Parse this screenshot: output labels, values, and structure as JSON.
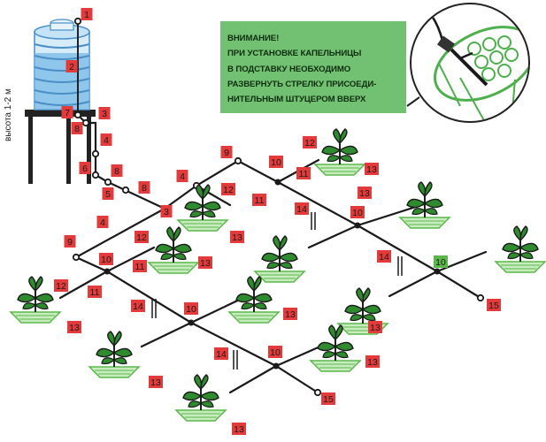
{
  "warning": {
    "lines": [
      "ВНИМАНИЕ!",
      "ПРИ УСТАНОВКЕ КАПЕЛЬНИЦЫ",
      "В ПОДСТАВКУ НЕОБХОДИМО",
      "РАЗВЕРНУТЬ СТРЕЛКУ ПРИСОЕДИ-",
      "НИТЕЛЬНЫМ ШТУЦЕРОМ ВВЕРХ"
    ]
  },
  "height_label": "высота 1-2 м",
  "colors": {
    "badge_red": "#e33b3b",
    "badge_green": "#5ab84a",
    "note_green": "#72c172",
    "leaf_green": "#2e8b2e",
    "tank_blue": "#5aa6d8"
  },
  "markers": [
    {
      "id": "m1",
      "label": "1"
    },
    {
      "id": "m2",
      "label": "2"
    },
    {
      "id": "m3",
      "label": "3"
    },
    {
      "id": "m7",
      "label": "7"
    },
    {
      "id": "m8a",
      "label": "8"
    },
    {
      "id": "m4a",
      "label": "4"
    },
    {
      "id": "m6",
      "label": "6"
    },
    {
      "id": "m8b",
      "label": "8"
    },
    {
      "id": "m5",
      "label": "5"
    },
    {
      "id": "m8c",
      "label": "8"
    },
    {
      "id": "m4b",
      "label": "4"
    },
    {
      "id": "m3b",
      "label": "3"
    },
    {
      "id": "m4c",
      "label": "4"
    },
    {
      "id": "m9a",
      "label": "9"
    },
    {
      "id": "m9b",
      "label": "9"
    },
    {
      "id": "m10a",
      "label": "10"
    },
    {
      "id": "m12a",
      "label": "12"
    },
    {
      "id": "m13a",
      "label": "13"
    },
    {
      "id": "m11a",
      "label": "11"
    },
    {
      "id": "m12b",
      "label": "12"
    },
    {
      "id": "m11b",
      "label": "11"
    },
    {
      "id": "m14a",
      "label": "14"
    },
    {
      "id": "m10b",
      "label": "10"
    },
    {
      "id": "m13b",
      "label": "13"
    },
    {
      "id": "m12c",
      "label": "12"
    },
    {
      "id": "m10c",
      "label": "10"
    },
    {
      "id": "m11c",
      "label": "11"
    },
    {
      "id": "m13c",
      "label": "13"
    },
    {
      "id": "m12d",
      "label": "12"
    },
    {
      "id": "m11d",
      "label": "11"
    },
    {
      "id": "m14b",
      "label": "14"
    },
    {
      "id": "m10d",
      "label": "10"
    },
    {
      "id": "m13d",
      "label": "13"
    },
    {
      "id": "m14c",
      "label": "14"
    },
    {
      "id": "m10g",
      "label": "10"
    },
    {
      "id": "m15a",
      "label": "15"
    },
    {
      "id": "m13e",
      "label": "13"
    },
    {
      "id": "m13f",
      "label": "13"
    },
    {
      "id": "m14d",
      "label": "14"
    },
    {
      "id": "m10e",
      "label": "10"
    },
    {
      "id": "m13g",
      "label": "13"
    },
    {
      "id": "m13h",
      "label": "13"
    },
    {
      "id": "m15b",
      "label": "15"
    },
    {
      "id": "m13i",
      "label": "13"
    },
    {
      "id": "m13j",
      "label": "13"
    }
  ]
}
